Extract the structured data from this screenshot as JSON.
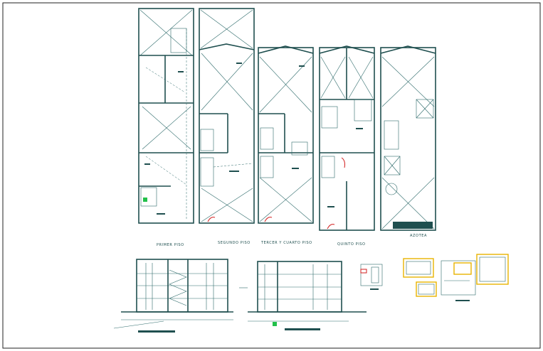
{
  "drawing": {
    "plans": [
      {
        "id": "primer",
        "label": "PRIMER PISO"
      },
      {
        "id": "segundo",
        "label": "SEGUNDO PISO"
      },
      {
        "id": "tercero",
        "label": "TERCER Y CUARTO PISO"
      },
      {
        "id": "quinto",
        "label": "QUINTO PISO"
      },
      {
        "id": "azotea",
        "label": "AZOTEA"
      }
    ]
  },
  "colors": {
    "line": "#1f4f4f",
    "accent_red": "#d21e1e",
    "accent_yellow": "#e8b400",
    "accent_green": "#22c04a",
    "background": "#ffffff"
  }
}
